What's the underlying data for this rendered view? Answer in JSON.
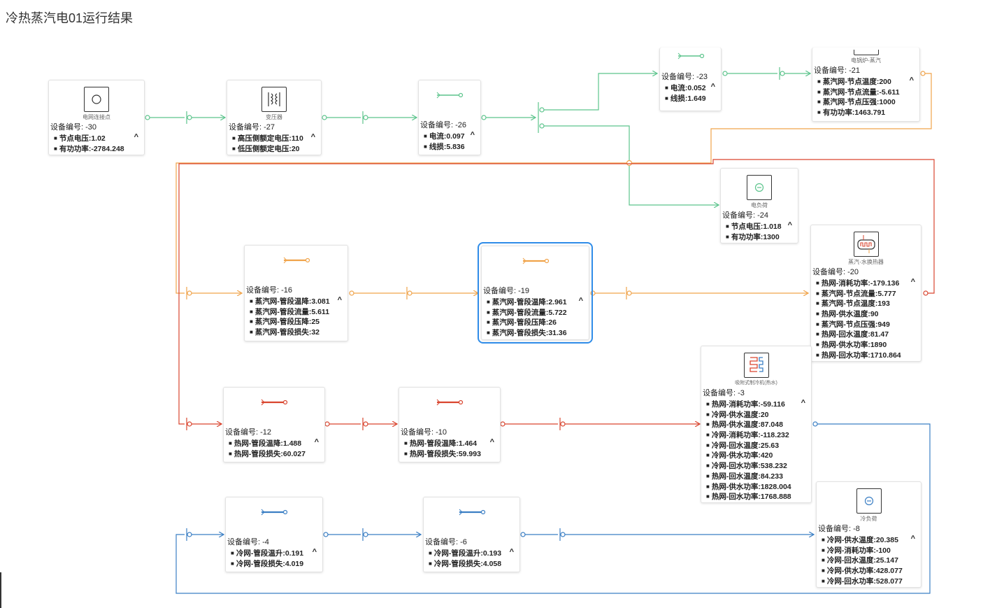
{
  "page": {
    "title": "冷热蒸汽电01运行结果"
  },
  "colors": {
    "electric": "#5cc48c",
    "steam": "#f0a34a",
    "heat": "#d9452f",
    "cold": "#3b7fc4",
    "selected": "#2f8ce8"
  },
  "devices": [
    {
      "key": "grid",
      "caption": "电网连接点",
      "id_label": "设备编号: -30",
      "icon": "grid-connection-icon",
      "props": [
        "节点电压:1.02",
        "有功功率:-2784.248"
      ]
    },
    {
      "key": "xfmr",
      "caption": "变压器",
      "id_label": "设备编号: -27",
      "icon": "transformer-icon",
      "props": [
        "高压侧额定电压:110",
        "低压侧额定电压:20"
      ]
    },
    {
      "key": "line26",
      "caption": "",
      "id_label": "设备编号: -26",
      "icon": "electric-line-icon",
      "props": [
        "电流:0.097",
        "线损:5.836"
      ]
    },
    {
      "key": "line23",
      "caption": "",
      "id_label": "设备编号: -23",
      "icon": "electric-line-icon",
      "props": [
        "电流:0.052",
        "线损:1.649"
      ]
    },
    {
      "key": "boiler",
      "caption": "电锅炉-蒸汽",
      "id_label": "设备编号: -21",
      "icon": "electric-boiler-icon",
      "props": [
        "蒸汽网-节点温度:200",
        "蒸汽网-节点流量:-5.611",
        "蒸汽网-节点压强:1000",
        "有功功率:1463.791"
      ]
    },
    {
      "key": "eload",
      "caption": "电负荷",
      "id_label": "设备编号: -24",
      "icon": "electric-load-icon",
      "props": [
        "节点电压:1.018",
        "有功功率:1300"
      ]
    },
    {
      "key": "hx",
      "caption": "蒸汽-水换热器",
      "id_label": "设备编号: -20",
      "icon": "steam-water-heat-exchanger-icon",
      "props": [
        "热网-消耗功率:-179.136",
        "蒸汽网-节点流量:5.777",
        "蒸汽网-节点温度:193",
        "热网-供水温度:90",
        "蒸汽网-节点压强:949",
        "热网-回水温度:81.47",
        "热网-供水功率:1890",
        "热网-回水功率:1710.864"
      ]
    },
    {
      "key": "pipe16",
      "caption": "",
      "id_label": "设备编号: -16",
      "icon": "steam-pipe-icon",
      "props": [
        "蒸汽网-管段温降:3.081",
        "蒸汽网-管段流量:5.611",
        "蒸汽网-管段压降:25",
        "蒸汽网-管段损失:32"
      ]
    },
    {
      "key": "pipe19",
      "caption": "",
      "id_label": "设备编号: -19",
      "icon": "steam-pipe-icon",
      "props": [
        "蒸汽网-管段温降:2.961",
        "蒸汽网-管段流量:5.722",
        "蒸汽网-管段压降:26",
        "蒸汽网-管段损失:31.36"
      ]
    },
    {
      "key": "chiller",
      "caption": "吸附式制冷机(热水)",
      "id_label": "设备编号: -3",
      "icon": "adsorption-chiller-icon",
      "props": [
        "热网-消耗功率:-59.116",
        "冷网-供水温度:20",
        "热网-供水温度:87.048",
        "冷网-消耗功率:-118.232",
        "冷网-回水温度:25.63",
        "冷网-供水功率:420",
        "冷网-回水功率:538.232",
        "热网-回水温度:84.233",
        "热网-供水功率:1828.004",
        "热网-回水功率:1768.888"
      ]
    },
    {
      "key": "pipe12",
      "caption": "",
      "id_label": "设备编号: -12",
      "icon": "heat-pipe-icon",
      "props": [
        "热网-管段温降:1.488",
        "热网-管段损失:60.027"
      ]
    },
    {
      "key": "pipe10",
      "caption": "",
      "id_label": "设备编号: -10",
      "icon": "heat-pipe-icon",
      "props": [
        "热网-管段温降:1.464",
        "热网-管段损失:59.993"
      ]
    },
    {
      "key": "pipe4",
      "caption": "",
      "id_label": "设备编号: -4",
      "icon": "cold-pipe-icon",
      "props": [
        "冷网-管段温升:0.191",
        "冷网-管段损失:4.019"
      ]
    },
    {
      "key": "pipe6",
      "caption": "",
      "id_label": "设备编号: -6",
      "icon": "cold-pipe-icon",
      "props": [
        "冷网-管段温升:0.193",
        "冷网-管段损失:4.058"
      ]
    },
    {
      "key": "cload",
      "caption": "冷负荷",
      "id_label": "设备编号: -8",
      "icon": "cold-load-icon",
      "props": [
        "冷网-供水温度:20.385",
        "冷网-消耗功率:-100",
        "冷网-回水温度:25.147",
        "冷网-供水功率:428.077",
        "冷网-回水功率:528.077"
      ]
    }
  ]
}
